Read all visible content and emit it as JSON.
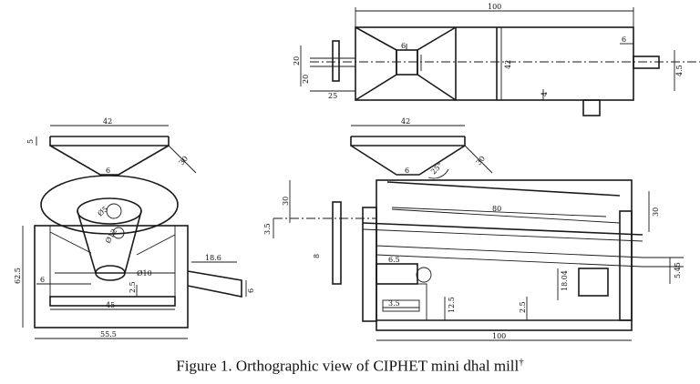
{
  "caption": {
    "text": "Figure 1. Orthographic view of CIPHET mini dhal mill",
    "mark": "†"
  },
  "top_view": {
    "d_length": "100",
    "d_shaft_end": "6",
    "d_hopper_height": "42",
    "d_left_a": "20",
    "d_left_b": "20",
    "d_bottom_left": "25",
    "d_right": "4.5",
    "d_inner_a": "6",
    "d_inner_b": "4"
  },
  "side_view": {
    "d_hopper_top": "42",
    "d_hopper_h": "5",
    "d_neck": "6",
    "d_slant": "30",
    "d_circle": "Ø5",
    "d_hub": "Ø12",
    "d_height_total": "62.5",
    "d_inner": "6",
    "d_outlet_a": "18.6",
    "d_outlet_b": "6",
    "d_phi": "Ø10",
    "d_small": "2.5",
    "d_base_inner": "45",
    "d_base": "55.5"
  },
  "front_view": {
    "d_hopper_top": "42",
    "d_neck": "6",
    "d_angle": "25°",
    "d_slant": "30",
    "d_left_a": "30",
    "d_left_b": "3.5",
    "d_left_c": "8",
    "d_drum": "80",
    "d_right_h": "30",
    "d_motor_w": "6.5",
    "d_motor_h": "18.04",
    "d_right_small": "5.45",
    "d_bot_a": "3.5",
    "d_bot_b": "12.5",
    "d_bot_c": "2.5",
    "d_base": "100"
  }
}
